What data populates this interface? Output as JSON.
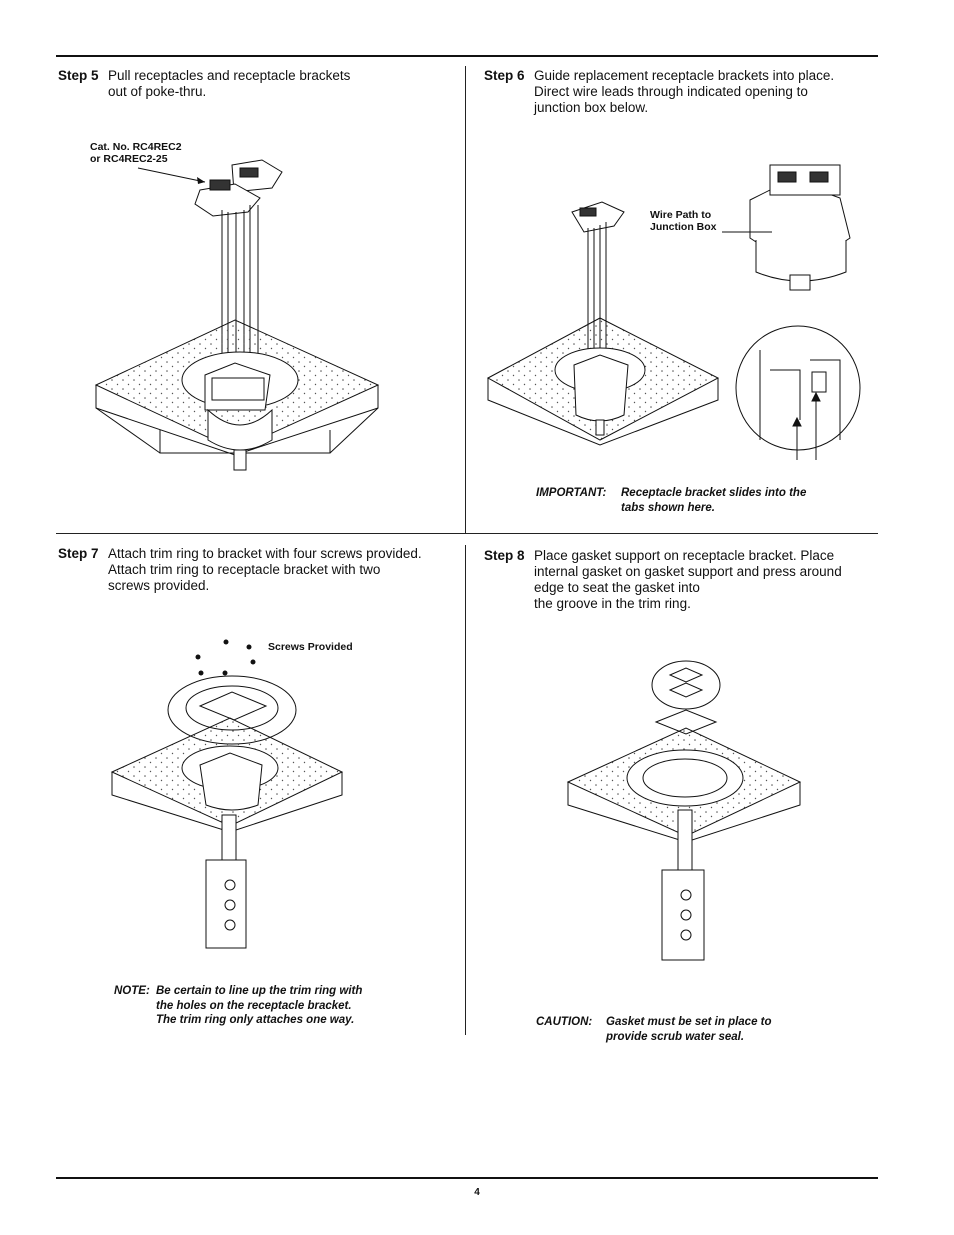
{
  "steps": [
    {
      "number": "Step 5",
      "lines": [
        "Pull receptacles and receptacle brackets",
        "out of poke-thru."
      ]
    },
    {
      "number": "Step 6",
      "lines": [
        "Guide replacement receptacle brackets into place.",
        "Direct wire leads through indicated opening to",
        "junction box below."
      ]
    },
    {
      "number": "Step 7",
      "lines": [
        "Attach trim ring to bracket with four screws provided.",
        "Attach trim ring to receptacle bracket with two",
        "screws provided."
      ]
    },
    {
      "number": "Step 8",
      "lines": [
        "Place gasket support on receptacle bracket. Place",
        "internal gasket on gasket support and press around",
        "edge to seat the gasket into",
        "the groove in the trim ring."
      ]
    }
  ],
  "callouts": {
    "cat_no": [
      "Cat. No. RC4REC2",
      "or RC4REC2-25"
    ],
    "wire_path": [
      "Wire Path to",
      "Junction Box"
    ],
    "screws": "Screws Provided"
  },
  "notes": {
    "important": {
      "head": "IMPORTANT:",
      "lines": [
        "Receptacle bracket slides into the",
        "tabs shown here."
      ]
    },
    "note": {
      "head": "NOTE:",
      "lines": [
        "Be certain to line up the trim ring with",
        "the holes on the receptacle bracket.",
        "The trim ring only attaches one way."
      ]
    },
    "caution": {
      "head": "CAUTION:",
      "lines": [
        "Gasket must be set in place to",
        "provide scrub water seal."
      ]
    }
  },
  "page_number": "4"
}
